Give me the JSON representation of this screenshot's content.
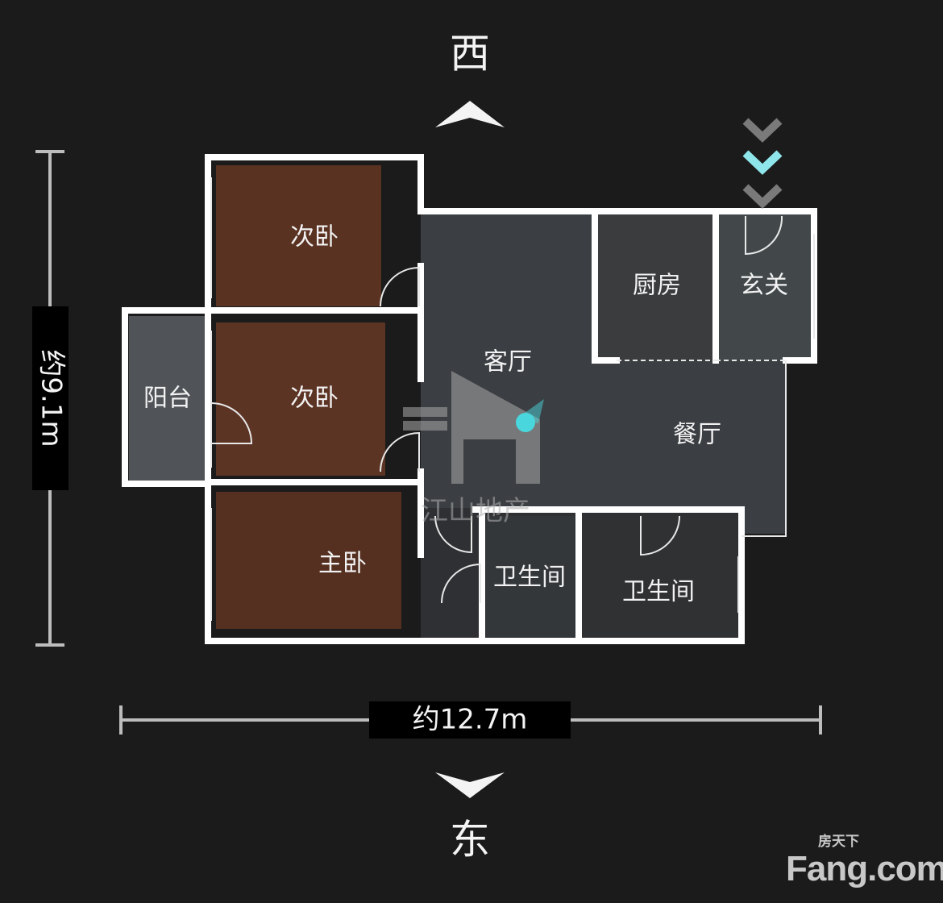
{
  "compass": {
    "north_label": "西",
    "south_label": "东"
  },
  "dimensions": {
    "height_label": "约9.1m",
    "width_label": "约12.7m"
  },
  "rooms": {
    "bedroom_top": "次卧",
    "bedroom_middle": "次卧",
    "balcony": "阳台",
    "master_bedroom": "主卧",
    "living_room": "客厅",
    "kitchen": "厨房",
    "entrance": "玄关",
    "dining_room": "餐厅",
    "bathroom_1": "卫生间",
    "bathroom_2": "卫生间"
  },
  "watermark": {
    "text": "江山地产"
  },
  "logo": {
    "brand": "Fang.com",
    "chinese": "房天下"
  },
  "colors": {
    "background": "#1b1b1b",
    "bedroom_floor": "#5a3222",
    "living_floor": "#3b3e42",
    "marker": "#49d6dc"
  }
}
